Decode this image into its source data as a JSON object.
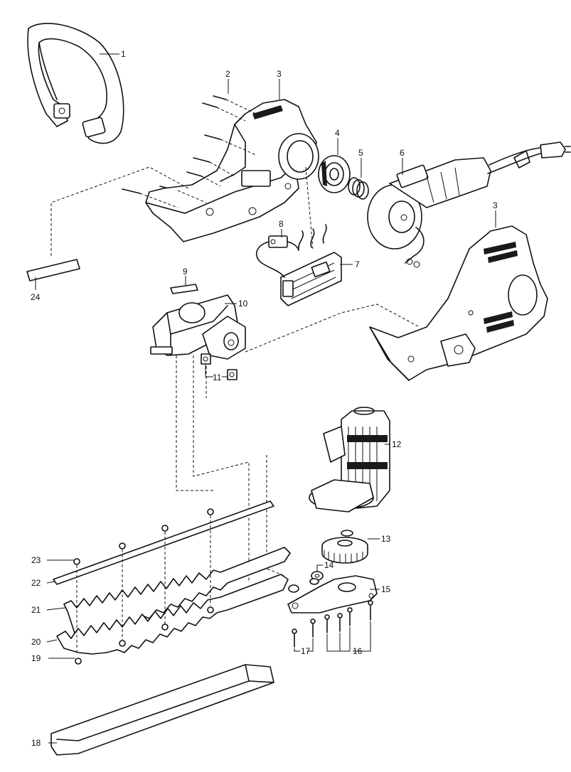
{
  "diagram": {
    "type": "exploded-parts-diagram",
    "parts": [
      {
        "id": "1"
      },
      {
        "id": "2"
      },
      {
        "id": "3"
      },
      {
        "id": "4"
      },
      {
        "id": "5"
      },
      {
        "id": "6"
      },
      {
        "id": "7"
      },
      {
        "id": "8"
      },
      {
        "id": "9"
      },
      {
        "id": "10"
      },
      {
        "id": "11"
      },
      {
        "id": "12"
      },
      {
        "id": "13"
      },
      {
        "id": "14"
      },
      {
        "id": "15"
      },
      {
        "id": "16"
      },
      {
        "id": "17"
      },
      {
        "id": "18"
      },
      {
        "id": "19"
      },
      {
        "id": "20"
      },
      {
        "id": "21"
      },
      {
        "id": "22"
      },
      {
        "id": "23"
      },
      {
        "id": "24"
      }
    ]
  },
  "labels": {
    "p1": "1",
    "p2": "2",
    "p3a": "3",
    "p3b": "3",
    "p4": "4",
    "p5": "5",
    "p6": "6",
    "p7": "7",
    "p8": "8",
    "p9": "9",
    "p10": "10",
    "p11": "11",
    "p12": "12",
    "p13": "13",
    "p14": "14",
    "p15": "15",
    "p16": "16",
    "p17": "17",
    "p18": "18",
    "p19": "19",
    "p20": "20",
    "p21": "21",
    "p22": "22",
    "p23": "23",
    "p24": "24"
  }
}
